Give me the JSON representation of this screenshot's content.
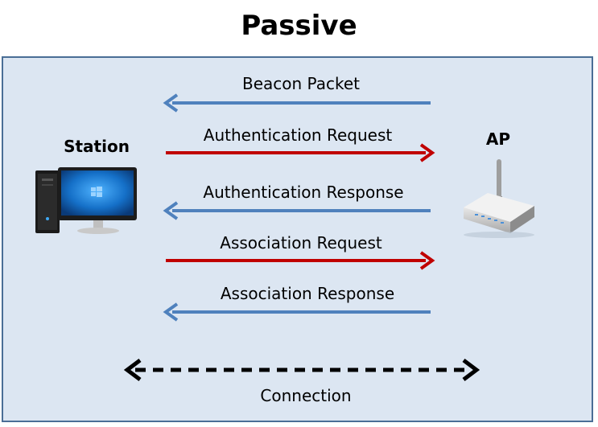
{
  "title": "Passive",
  "station": {
    "label": "Station"
  },
  "ap": {
    "label": "AP"
  },
  "messages": [
    {
      "label": "Beacon Packet",
      "direction": "to-station",
      "color": "#4f81bd"
    },
    {
      "label": "Authentication Request",
      "direction": "to-ap",
      "color": "#c00000"
    },
    {
      "label": "Authentication Response",
      "direction": "to-station",
      "color": "#4f81bd"
    },
    {
      "label": "Association Request",
      "direction": "to-ap",
      "color": "#c00000"
    },
    {
      "label": "Association Response",
      "direction": "to-station",
      "color": "#4f81bd"
    }
  ],
  "connection": {
    "label": "Connection",
    "style": "dashed-bidirectional",
    "color": "#000000"
  },
  "colors": {
    "panel_bg": "#dce6f2",
    "panel_border": "#4a6e96"
  }
}
